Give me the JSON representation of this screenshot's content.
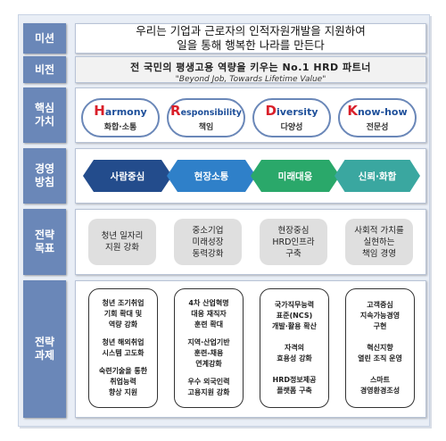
{
  "rows": {
    "mission": {
      "label": "미션",
      "lines": [
        "우리는 기업과 근로자의 인적자원개발을 지원하여",
        "일을 통해 행복한 나라를 만든다"
      ]
    },
    "vision": {
      "label": "비전",
      "main": "전 국민의 평생고용 역량을 키우는 No.1 HRD 파트너",
      "sub": "\"Beyond Job, Towards Lifetime Value\""
    },
    "values": {
      "label_lines": [
        "핵심",
        "가치"
      ],
      "items": [
        {
          "cap": "H",
          "rest": "armony",
          "kr": "화합·소통"
        },
        {
          "cap": "R",
          "rest": "esponsibility",
          "kr": "책임"
        },
        {
          "cap": "D",
          "rest": "iversity",
          "kr": "다양성"
        },
        {
          "cap": "K",
          "rest": "now-how",
          "kr": "전문성"
        }
      ]
    },
    "policy": {
      "label_lines": [
        "경영",
        "방침"
      ],
      "items": [
        {
          "text": "사람중심",
          "color": "#234c8c"
        },
        {
          "text": "현장소통",
          "color": "#2f80c9"
        },
        {
          "text": "미래대응",
          "color": "#2aa86a"
        },
        {
          "text": "신뢰·화합",
          "color": "#3aa7a0"
        }
      ]
    },
    "goals": {
      "label_lines": [
        "전략",
        "목표"
      ],
      "items": [
        {
          "lines": [
            "청년 일자리",
            "지원 강화"
          ]
        },
        {
          "lines": [
            "중소기업",
            "미래성장",
            "동력강화"
          ]
        },
        {
          "lines": [
            "현장중심",
            "HRD인프라",
            "구축"
          ]
        },
        {
          "lines": [
            "사회적 가치를",
            "실현하는",
            "책임 경영"
          ]
        }
      ]
    },
    "tasks": {
      "label_lines": [
        "전략",
        "과제"
      ],
      "columns": [
        {
          "items": [
            [
              "청년 조기취업",
              "기회 확대 및",
              "역량 강화"
            ],
            [
              "청년 해외취업",
              "시스템 고도화"
            ],
            [
              "숙련기술을 통한",
              "취업능력",
              "향상 지원"
            ]
          ]
        },
        {
          "items": [
            [
              "4차 산업혁명",
              "대응 재직자",
              "훈련 확대"
            ],
            [
              "지역·산업기반",
              "훈련-채용",
              "연계강화"
            ],
            [
              "우수 외국인력",
              "고용지원 강화"
            ]
          ]
        },
        {
          "items": [
            [
              "국가직무능력",
              "표준(NCS)",
              "개발·활용 확산"
            ],
            [
              "자격의",
              "효용성 강화"
            ],
            [
              "HRD정보제공",
              "플랫폼 구축"
            ]
          ]
        },
        {
          "items": [
            [
              "고객중심",
              "지속가능경영",
              "구현"
            ],
            [
              "혁신지향",
              "열린 조직 운영"
            ],
            [
              "스마트",
              "경영환경조성"
            ]
          ]
        }
      ]
    }
  }
}
